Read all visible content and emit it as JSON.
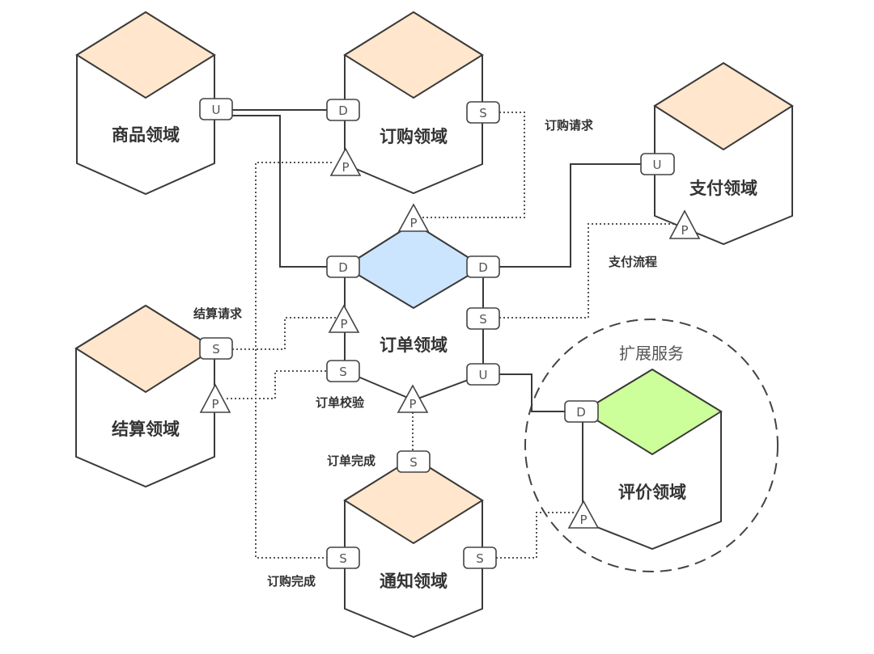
{
  "colors": {
    "upstream_fill": "#FFE6CC",
    "core_fill": "#CCE5FF",
    "extension_fill": "#CCFF99",
    "stroke": "#3A3A3A"
  },
  "domains": {
    "product": {
      "name": "商品领域"
    },
    "purchase": {
      "name": "订购领域"
    },
    "payment": {
      "name": "支付领域"
    },
    "order": {
      "name": "订单领域"
    },
    "settlement": {
      "name": "结算领域"
    },
    "review": {
      "name": "评价领域"
    },
    "notification": {
      "name": "通知领域"
    }
  },
  "port_labels": {
    "upstream": "U",
    "downstream": "D",
    "subscriber": "S",
    "publisher": "P"
  },
  "relations": {
    "purchase_request": "订购请求",
    "payment_flow": "支付流程",
    "settlement_request": "结算请求",
    "order_validation": "订单校验",
    "order_completed": "订单完成",
    "purchase_completed": "订购完成"
  },
  "extension_group": {
    "label": "扩展服务"
  }
}
